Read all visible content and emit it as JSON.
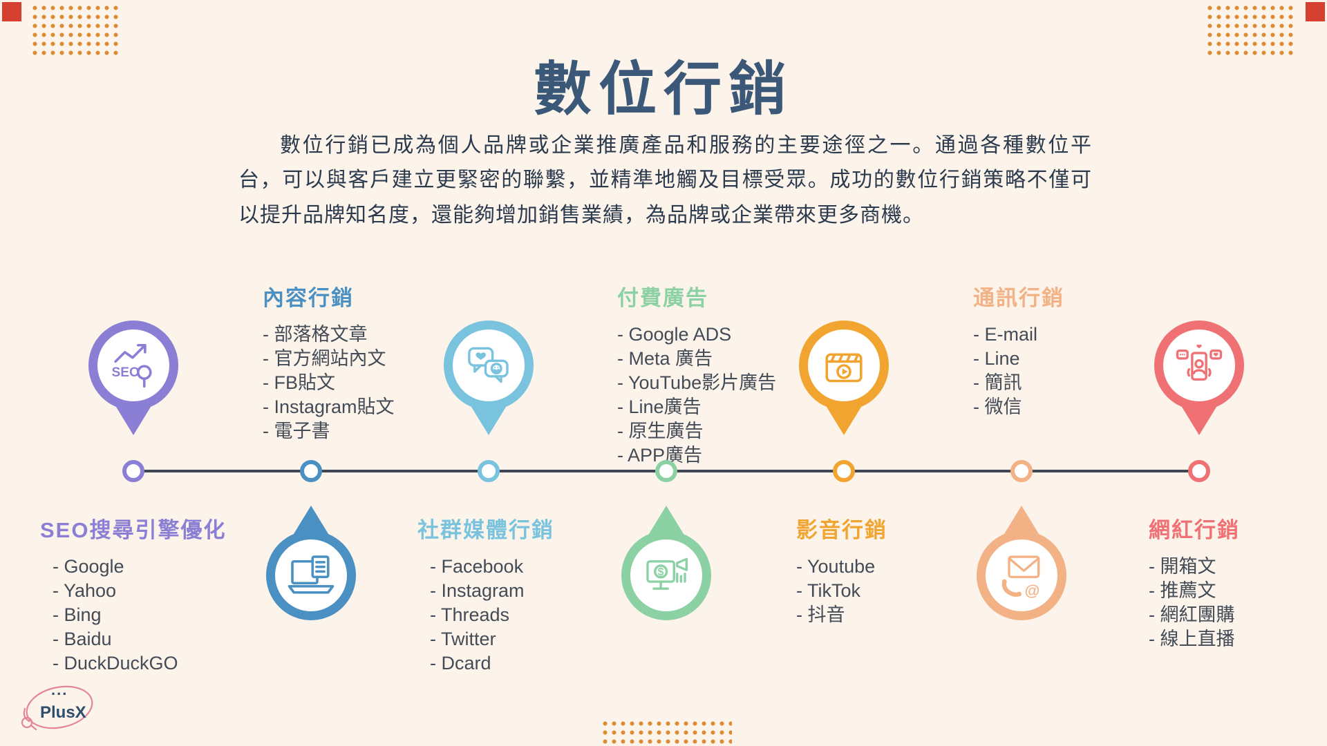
{
  "page": {
    "title": "數位行銷",
    "intro": "數位行銷已成為個人品牌或企業推廣產品和服務的主要途徑之一。通過各種數位平台，可以與客戶建立更緊密的聯繫，並精準地觸及目標受眾。成功的數位行銷策略不僅可以提升品牌知名度，還能夠增加銷售業績，為品牌或企業帶來更多商機。"
  },
  "colors": {
    "background": "#fcf4ea",
    "title": "#3c5878",
    "text": "#2b3a4d",
    "line": "#3f4654",
    "dots": "#dd8a33",
    "corner_square": "#d6402e",
    "logo_pink": "#e4849c",
    "logo_navy": "#2e4e6e"
  },
  "logo": {
    "dots": "...",
    "text": "PlusX"
  },
  "timeline": {
    "items": [
      {
        "title": "SEO搜尋引擎優化",
        "color": "#8b7fd5",
        "side": "above",
        "icon": "seo-magnifier-icon",
        "icon_text": "SEO",
        "entries": [
          "- Google",
          "- Yahoo",
          "- Bing",
          "- Baidu",
          "- DuckDuckGO"
        ]
      },
      {
        "title": "內容行銷",
        "color": "#4a90c2",
        "side": "below",
        "icon": "laptop-writing-icon",
        "entries": [
          "- 部落格文章",
          "- 官方網站內文",
          "- FB貼文",
          "- Instagram貼文",
          "- 電子書"
        ]
      },
      {
        "title": "社群媒體行銷",
        "color": "#79c3de",
        "side": "above",
        "icon": "chat-bubbles-icon",
        "entries": [
          "- Facebook",
          "- Instagram",
          "- Threads",
          "- Twitter",
          "- Dcard"
        ]
      },
      {
        "title": "付費廣告",
        "color": "#8cd1a4",
        "side": "below",
        "icon": "ads-screen-icon",
        "icon_text": "$",
        "entries": [
          "- Google ADS",
          "- Meta 廣告",
          "- YouTube影片廣告",
          "- Line廣告",
          "- 原生廣告",
          "- APP廣告"
        ]
      },
      {
        "title": "影音行銷",
        "color": "#f2a431",
        "side": "above",
        "icon": "video-clapper-icon",
        "entries": [
          "- Youtube",
          "- TikTok",
          "- 抖音"
        ]
      },
      {
        "title": "通訊行銷",
        "color": "#f2b285",
        "side": "below",
        "icon": "mail-phone-icon",
        "icon_text": "@",
        "entries": [
          "- E-mail",
          "- Line",
          "- 簡訊",
          "- 微信"
        ]
      },
      {
        "title": "網紅行銷",
        "color": "#ef7173",
        "side": "above",
        "icon": "influencer-phone-icon",
        "entries": [
          "- 開箱文",
          "- 推薦文",
          "- 網紅團購",
          "- 線上直播"
        ]
      }
    ]
  }
}
